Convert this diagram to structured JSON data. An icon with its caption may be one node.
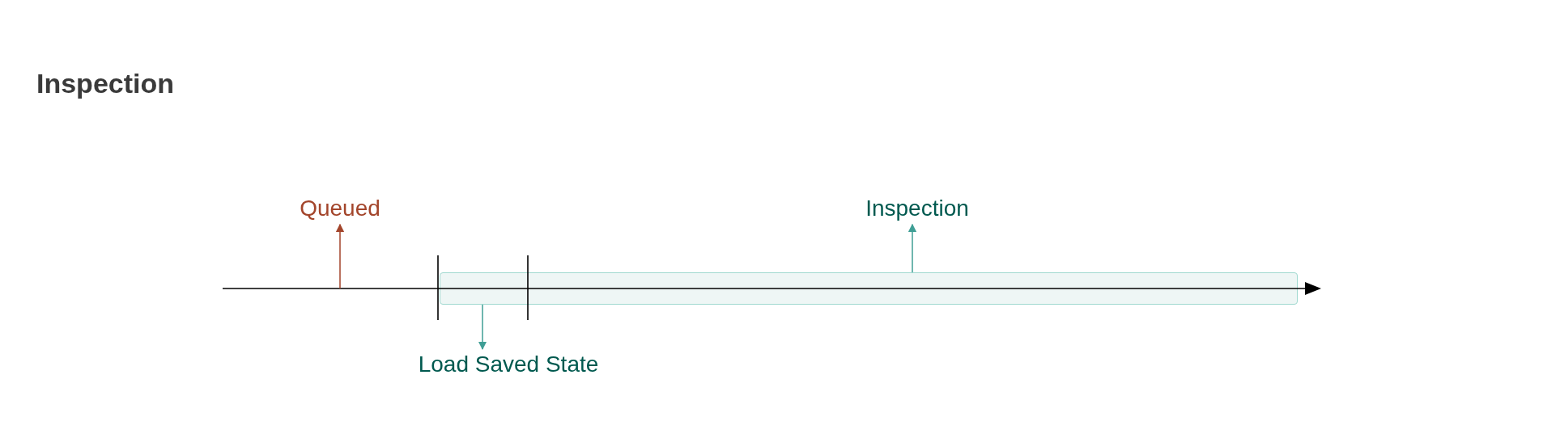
{
  "diagram": {
    "title": "Inspection",
    "nodes": [
      {
        "text": [
          "Queued"
        ]
      },
      {
        "text": [],
        "shape": "bar"
      },
      {
        "text": [
          "Inspection"
        ]
      },
      {
        "text": [
          "Load Saved State"
        ]
      }
    ],
    "edges": [
      {
        "from": null,
        "to": 0,
        "arrow": "to",
        "color": "#a3452b"
      },
      {
        "from": 1,
        "to": 2,
        "arrow": "to"
      },
      {
        "from": 1,
        "to": 3,
        "arrow": "to"
      }
    ]
  }
}
